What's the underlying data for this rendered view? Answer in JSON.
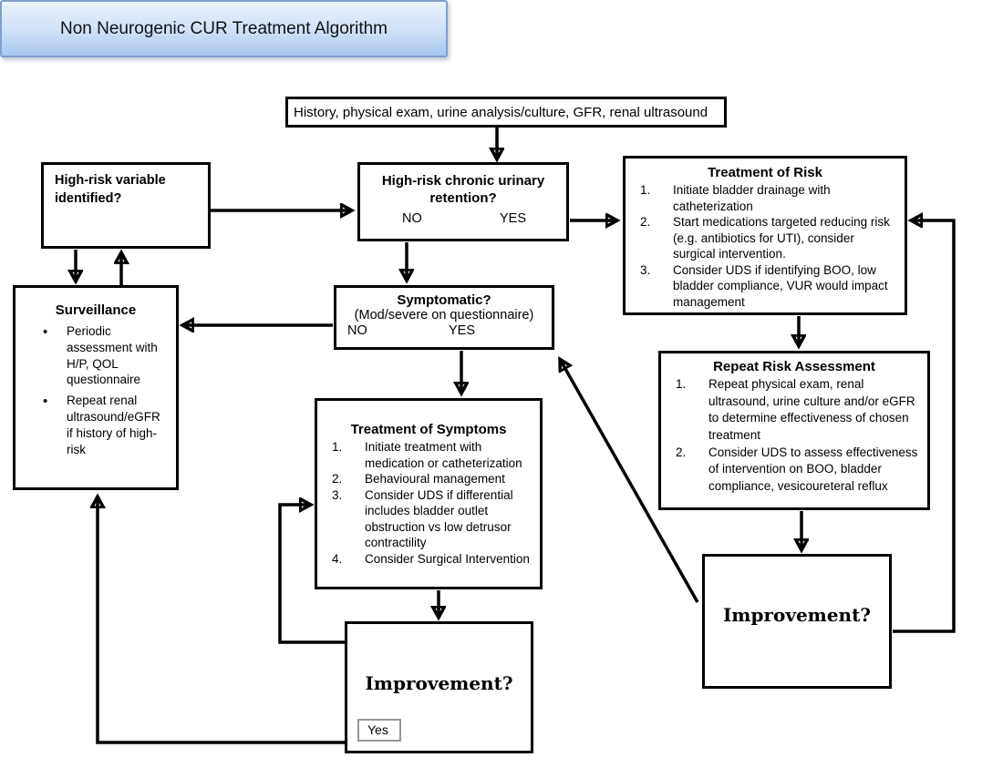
{
  "diagram": {
    "title": "Non Neurogenic CUR Treatment Algorithm",
    "colors": {
      "title_fill_top": "#eaf2fc",
      "title_fill_bottom": "#a9c6ee",
      "title_border": "#7e9fd0",
      "box_border": "#000000",
      "connector": "#000000",
      "yes_chip_border": "#979797"
    },
    "nodes": {
      "history": {
        "text": "History, physical exam, urine analysis/culture, GFR, renal ultrasound"
      },
      "high_risk_variable": {
        "text": "High-risk variable identified?"
      },
      "high_risk_retention": {
        "title": "High-risk chronic urinary retention?",
        "no_label": "NO",
        "yes_label": "YES"
      },
      "treatment_of_risk": {
        "title": "Treatment of Risk",
        "items": [
          "Initiate bladder drainage with catheterization",
          "Start medications targeted reducing risk (e.g. antibiotics for UTI), consider surgical intervention.",
          "Consider UDS if identifying BOO, low bladder compliance, VUR would impact management"
        ]
      },
      "surveillance": {
        "title": "Surveillance",
        "items": [
          "Periodic assessment with H/P, QOL questionnaire",
          "Repeat renal ultrasound/eGFR if history of high-risk"
        ]
      },
      "symptomatic": {
        "title": "Symptomatic?",
        "subtitle": "(Mod/severe on questionnaire)",
        "no_label": "NO",
        "yes_label": "YES"
      },
      "treatment_of_symptoms": {
        "title": "Treatment of Symptoms",
        "items": [
          "Initiate treatment with medication or catheterization",
          "Behavioural management",
          "Consider UDS if differential includes bladder outlet obstruction vs low detrusor contractility",
          "Consider Surgical Intervention"
        ]
      },
      "repeat_risk_assessment": {
        "title": "Repeat Risk Assessment",
        "items": [
          "Repeat physical exam, renal ultrasound, urine culture and/or eGFR to determine effectiveness of chosen treatment",
          "Consider UDS to assess effectiveness of intervention on BOO, bladder compliance, vesicoureteral reflux"
        ]
      },
      "improvement_right": {
        "title": "Improvement?"
      },
      "improvement_bottom": {
        "title": "Improvement?",
        "yes_label": "Yes"
      }
    }
  }
}
